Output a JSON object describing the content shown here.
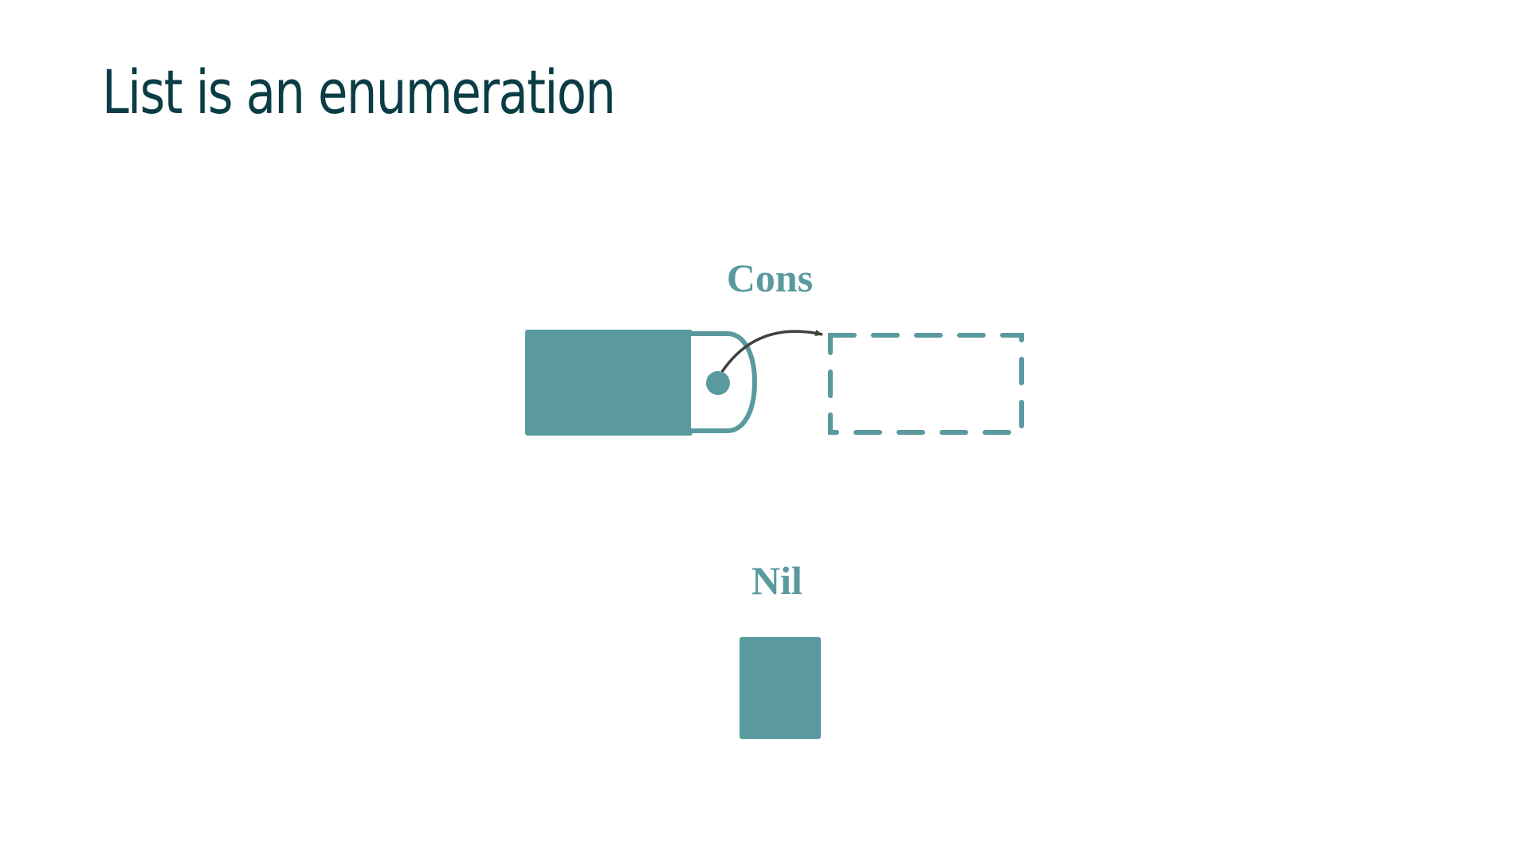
{
  "slide": {
    "title": "List is an enumeration"
  },
  "colors": {
    "title": "#0a3d45",
    "accent": "#5a9a9e",
    "arrow": "#404040",
    "background": "#ffffff"
  },
  "diagram": {
    "cons": {
      "label": "Cons"
    },
    "nil": {
      "label": "Nil"
    }
  }
}
